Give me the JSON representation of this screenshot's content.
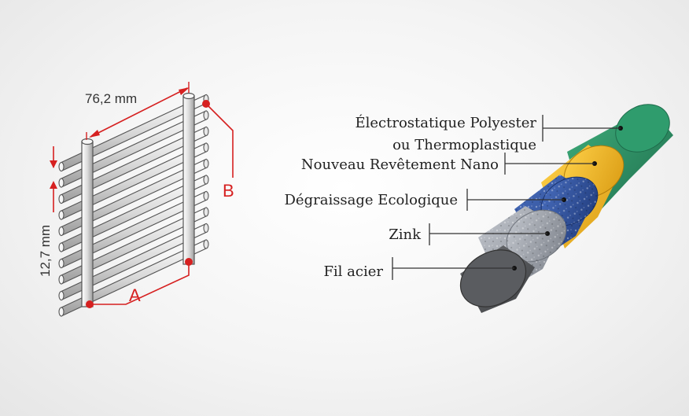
{
  "mesh_diagram": {
    "width_label": "76,2 mm",
    "spacing_label": "12,7 mm",
    "dimension_a": "A",
    "dimension_b": "B",
    "accent_color": "#d62020"
  },
  "wire_layers": [
    {
      "label": "Électrostatique Polyester",
      "label_line2": "ou Thermoplastique",
      "color": "#2a8d63"
    },
    {
      "label": "Nouveau Revêtement Nano",
      "color": "#f0bc2c"
    },
    {
      "label": "Dégraissage Ecologique",
      "color": "#2e4f9c"
    },
    {
      "label": "Zink",
      "color": "#9aa0aa"
    },
    {
      "label": "Fil acier",
      "color": "#56585c"
    }
  ]
}
